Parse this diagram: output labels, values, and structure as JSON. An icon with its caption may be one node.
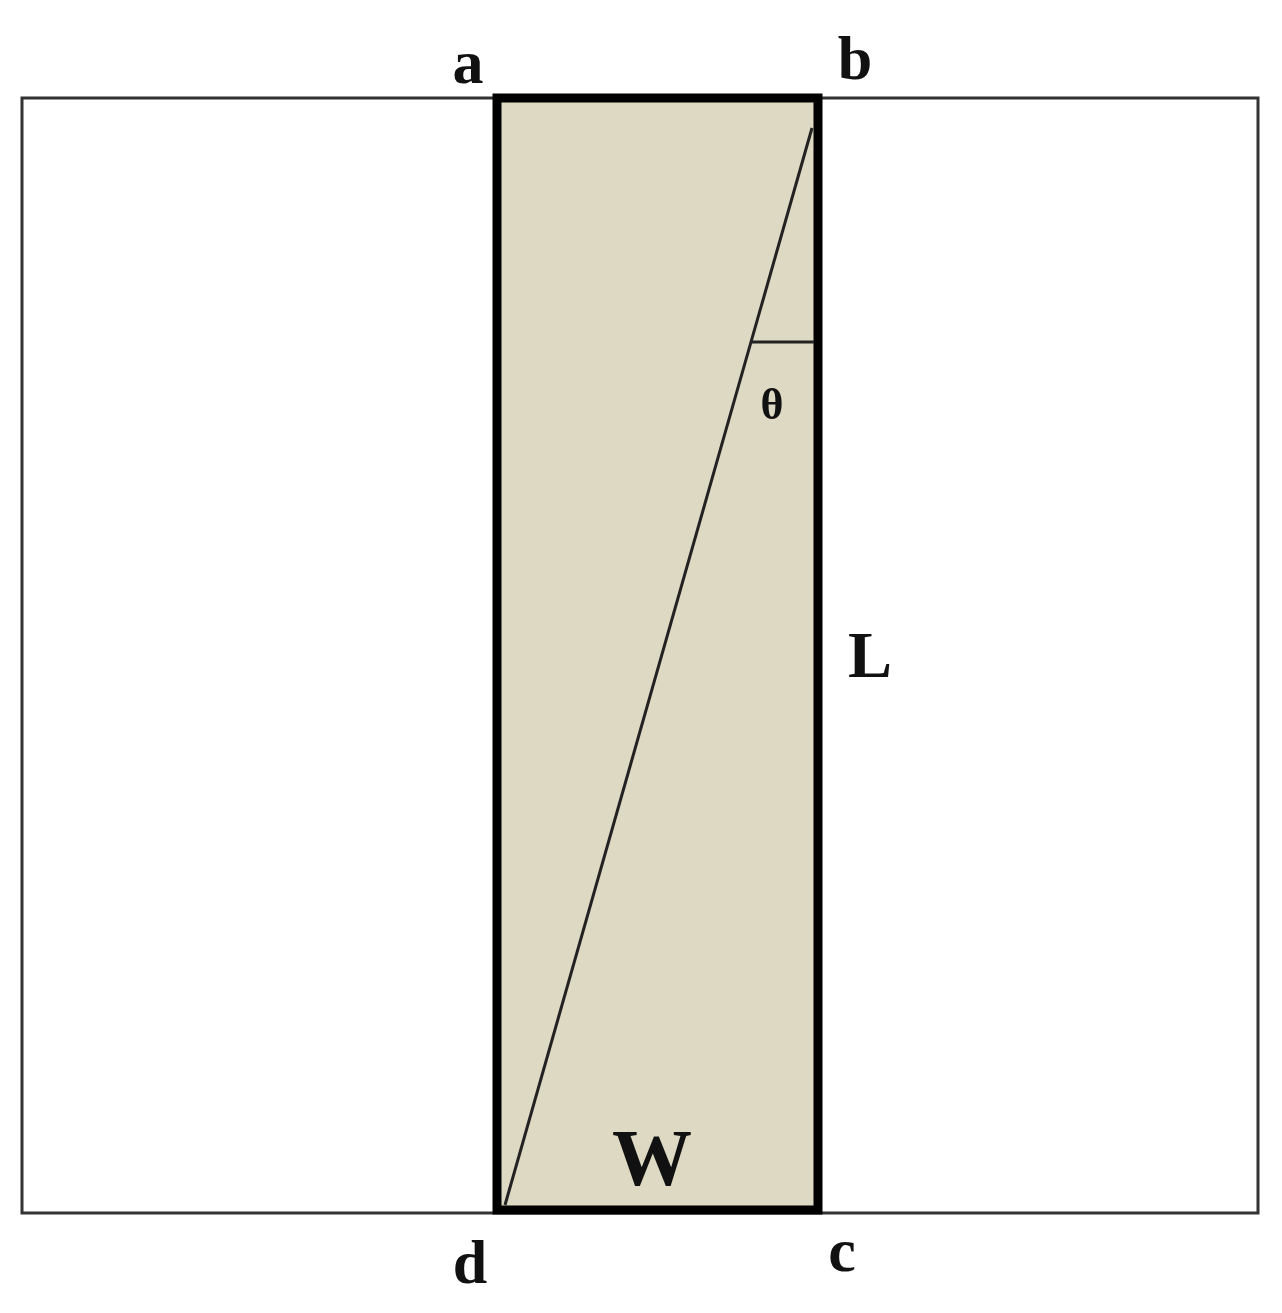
{
  "diagram": {
    "labels": [
      "a",
      "b",
      "θ",
      "L",
      "W",
      "d",
      "c"
    ]
  }
}
